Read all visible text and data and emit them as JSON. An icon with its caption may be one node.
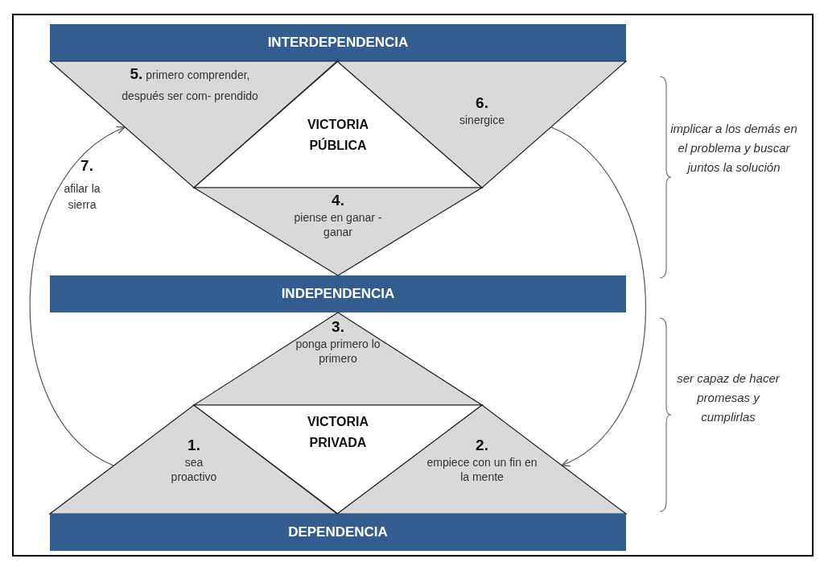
{
  "diagram": {
    "nodes": [
      {
        "text": [
          "INTERDEPENDENCIA"
        ]
      },
      {
        "text": [
          "5.",
          "primero comprender, después ser com- prendido"
        ]
      },
      {
        "text": [
          "VICTORIA PÚBLICA"
        ]
      },
      {
        "text": [
          "6.",
          "sinergice"
        ]
      },
      {
        "text": [
          "4.",
          "piense en ganar -ganar"
        ]
      },
      {
        "text": [
          "INDEPENDENCIA"
        ]
      },
      {
        "text": [
          "3.",
          "ponga primero lo primero"
        ]
      },
      {
        "text": [
          "1.",
          "sea proactivo"
        ]
      },
      {
        "text": [
          "VICTORIA PRIVADA"
        ]
      },
      {
        "text": [
          "2.",
          "empiece con un fin en la mente"
        ]
      },
      {
        "text": [
          "DEPENDENCIA"
        ]
      }
    ],
    "edges": [
      {
        "from": 7,
        "to": 1,
        "arrow": "to"
      },
      {
        "from": 3,
        "to": 9,
        "arrow": "to"
      }
    ],
    "labels": [
      "7.",
      "afilar la sierra",
      "implicar a los demás en el problema y buscar juntos la solución",
      "ser capaz de hacer promesas y cumplirlas"
    ]
  }
}
